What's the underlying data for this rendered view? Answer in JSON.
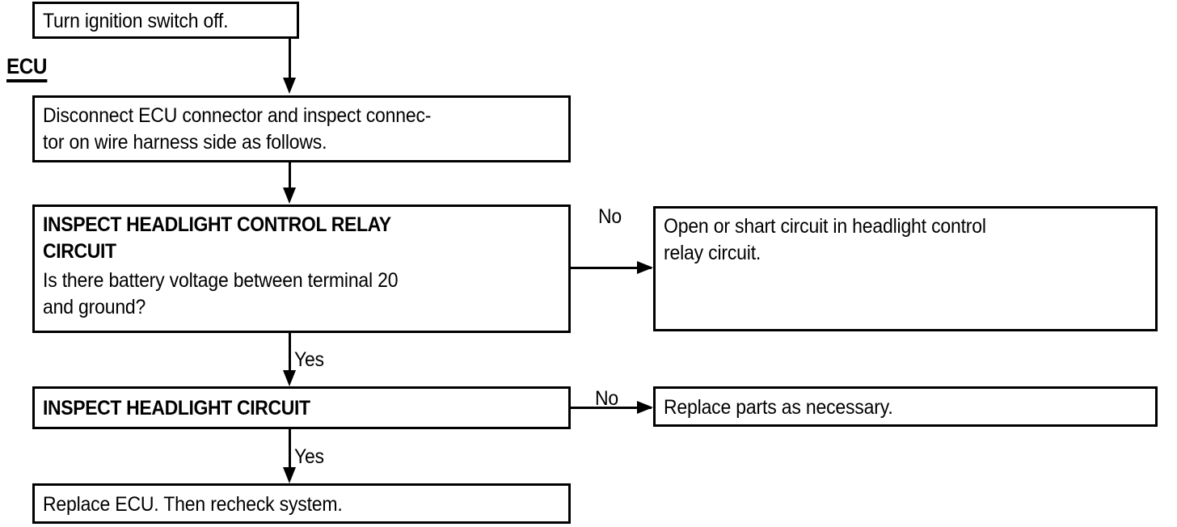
{
  "document": {
    "section_heading": "ECU"
  },
  "nodes": {
    "start": {
      "text": "Turn ignition switch off."
    },
    "disconnect": {
      "text": "Disconnect ECU connector and inspect connec-\ntor on wire harness side as follows."
    },
    "inspect_relay_circuit": {
      "title": "INSPECT HEADLIGHT CONTROL RELAY\nCIRCUIT",
      "question": "Is there battery voltage between terminal 20\nand ground?"
    },
    "relay_fault": {
      "text": "Open or shart circuit in headlight control\nrelay circuit."
    },
    "inspect_headlight_circuit": {
      "title": "INSPECT HEADLIGHT CIRCUIT"
    },
    "replace_parts": {
      "text": "Replace parts as necessary."
    },
    "replace_ecu": {
      "text": "Replace ECU. Then recheck system."
    }
  },
  "edge_labels": {
    "relay_no": "No",
    "relay_yes": "Yes",
    "headlight_no": "No",
    "headlight_yes": "Yes"
  },
  "colors": {
    "ink": "#000000",
    "paper": "#ffffff"
  }
}
